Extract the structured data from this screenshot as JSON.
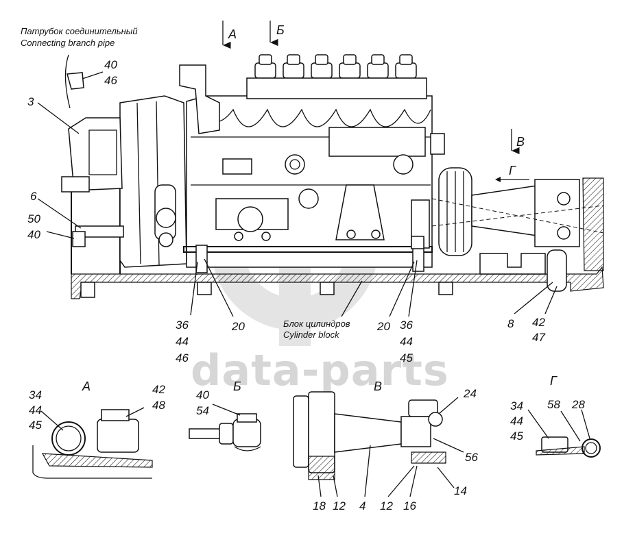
{
  "watermark": {
    "text": "data-parts",
    "color": "#d6d6d6"
  },
  "captions": {
    "connecting_pipe_ru": "Патрубок соединительный",
    "connecting_pipe_en": "Connecting branch pipe",
    "cylinder_block_ru": "Блок цилиндров",
    "cylinder_block_en": "Cylinder block"
  },
  "view_markers": {
    "A": "А",
    "B": "Б",
    "V": "В",
    "G": "Г"
  },
  "view_titles": {
    "A": "А",
    "B": "Б",
    "V": "В",
    "G": "Г"
  },
  "callouts": {
    "c40_top": "40",
    "c46_top": "46",
    "c3": "3",
    "c6": "6",
    "c50": "50",
    "c40_left": "40",
    "c36_l": "36",
    "c44_l": "44",
    "c46_l": "46",
    "c20_l": "20",
    "c20_r": "20",
    "c36_r": "36",
    "c44_r": "44",
    "c45_r": "45",
    "c8": "8",
    "c42": "42",
    "c47": "47",
    "vA_34": "34",
    "vA_44": "44",
    "vA_45": "45",
    "vA_42": "42",
    "vA_48": "48",
    "vB_40": "40",
    "vB_54": "54",
    "vV_24": "24",
    "vV_56": "56",
    "vV_14": "14",
    "vV_18": "18",
    "vV_12a": "12",
    "vV_4": "4",
    "vV_12b": "12",
    "vV_16": "16",
    "vG_34": "34",
    "vG_44": "44",
    "vG_45": "45",
    "vG_58": "58",
    "vG_28": "28"
  }
}
